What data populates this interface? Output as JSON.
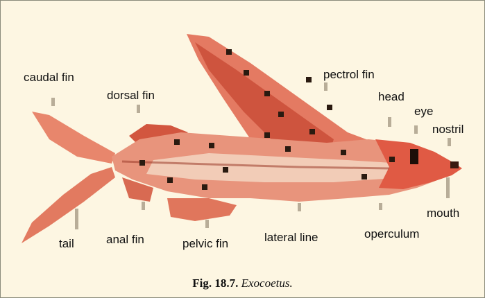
{
  "figure": {
    "labels": {
      "caudal_fin": "caudal fin",
      "dorsal_fin": "dorsal fin",
      "pectrol_fin": "pectrol fin",
      "head": "head",
      "eye": "eye",
      "nostril": "nostril",
      "mouth": "mouth",
      "operculum": "operculum",
      "lateral_line": "lateral line",
      "pelvic_fin": "pelvic fin",
      "anal_fin": "anal fin",
      "tail": "tail"
    },
    "caption": {
      "number": "Fig. 18.7.",
      "name": "Exocoetus."
    }
  },
  "colors": {
    "background": "#fdf6e2",
    "fish_body": "#e88a70",
    "fish_dark": "#c0402e",
    "fish_light": "#f4d8c4",
    "fish_spot": "#2a1a10"
  }
}
